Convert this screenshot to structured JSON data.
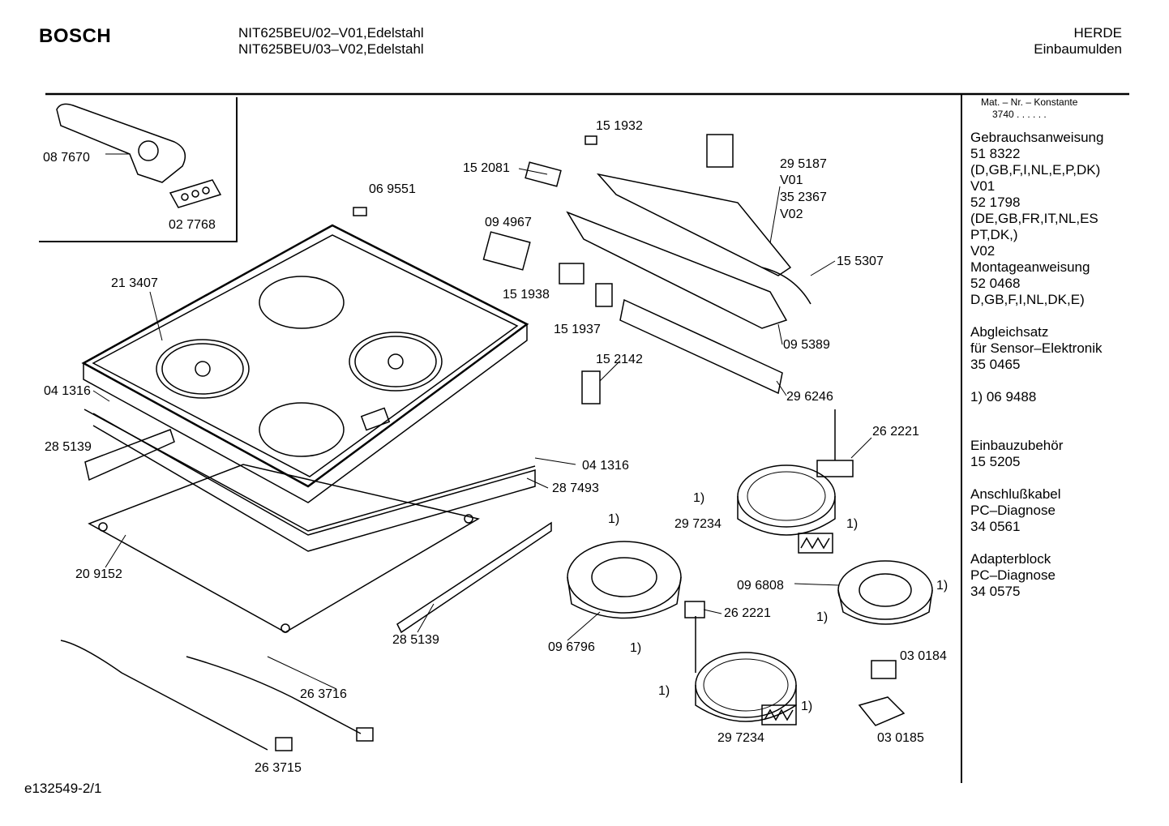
{
  "header": {
    "brand": "BOSCH",
    "models": [
      "NIT625BEU/02–V01,Edelstahl",
      "NIT625BEU/03–V02,Edelstahl"
    ],
    "category": "HERDE",
    "subcategory": "Einbaumulden"
  },
  "sidebar": {
    "konstante_label": "Mat. – Nr. – Konstante",
    "konstante_value": "3740 .  .  .  .  .  .",
    "blocks": [
      [
        "Gebrauchsanweisung",
        "51 8322",
        "(D,GB,F,I,NL,E,P,DK)",
        "V01",
        "52 1798",
        "(DE,GB,FR,IT,NL,ES",
        "PT,DK,)",
        "V02",
        "Montageanweisung",
        "52 0468",
        "D,GB,F,I,NL,DK,E)"
      ],
      [
        "Abgleichsatz",
        "für Sensor–Elektronik",
        "35 0465"
      ],
      [
        "1) 06 9488"
      ],
      [
        "Einbauzubehör",
        "15 5205"
      ],
      [
        "Anschlußkabel",
        "PC–Diagnose",
        "34 0561"
      ],
      [
        "Adapterblock",
        "PC–Diagnose",
        "34 0575"
      ]
    ]
  },
  "parts": {
    "p087670": "08 7670",
    "p027768": "02 7768",
    "p151932": "15 1932",
    "p152081": "15 2081",
    "p069551": "06 9551",
    "p094967": "09 4967",
    "p295187": "29 5187",
    "v01": "V01",
    "p352367": "35 2367",
    "v02": "V02",
    "p155307": "15 5307",
    "p151938": "15 1938",
    "p151937": "15 1937",
    "p213407": "21 3407",
    "p095389": "09 5389",
    "p152142": "15 2142",
    "p041316a": "04 1316",
    "p296246": "29 6246",
    "p262221a": "26 2221",
    "p285139a": "28 5139",
    "p041316b": "04 1316",
    "p287493": "28 7493",
    "p297234a": "29 7234",
    "p096808": "09 6808",
    "p209152": "20 9152",
    "p262221b": "26 2221",
    "p096796": "09 6796",
    "p285139b": "28 5139",
    "p030184": "03 0184",
    "p263716": "26 3716",
    "p297234b": "29 7234",
    "p030185": "03 0185",
    "p263715": "26 3715",
    "note": "1)"
  },
  "footer": {
    "code": "e132549-2/1"
  }
}
